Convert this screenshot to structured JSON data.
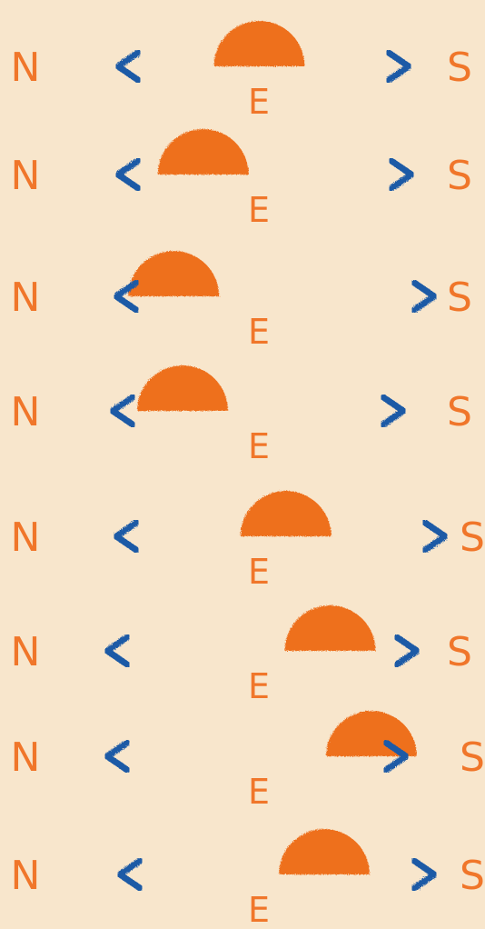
{
  "colors": {
    "background": "#f8e6cc",
    "sun": "#ee6f1f",
    "arrow": "#1c5aa6",
    "label": "#f0762a"
  },
  "labels": {
    "north": "N",
    "south": "S",
    "east": "E"
  },
  "rows": [
    {
      "sun_position": 0.3
    },
    {
      "sun_position": 0.11
    },
    {
      "sun_position": 0.01
    },
    {
      "sun_position": 0.04
    },
    {
      "sun_position": 0.39
    },
    {
      "sun_position": 0.54
    },
    {
      "sun_position": 0.68
    },
    {
      "sun_position": 0.52
    }
  ]
}
